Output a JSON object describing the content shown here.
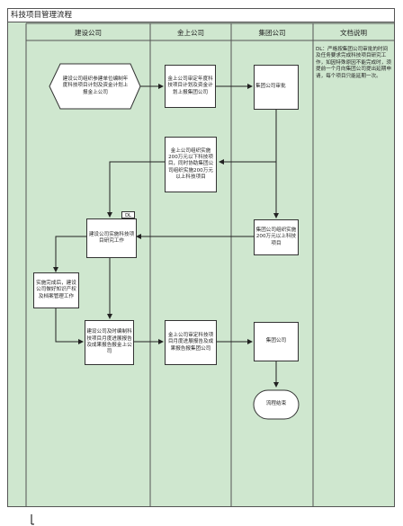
{
  "title": "科技项目管理流程",
  "lanes": [
    "建设公司",
    "金上公司",
    "集团公司",
    "文档说明"
  ],
  "nodes": {
    "start": "建设公司组织参建单位编制年度科技项目计划及资金计划上报金上公司",
    "jinshang_review": "金上公司审定年度科技项目计划及资金计划上报集团公司",
    "group_approve": "集团公司审批",
    "jinshang_organize": "金上公司组织实施200万元以下科技项目，同时协助集团公司组织实施200万元以上科技项目",
    "group_organize": "集团公司组织实施200万元以上科技项目",
    "construct_research": "建设公司实施科技项目研究工作",
    "after_implement": "实施完成后，建设公司做好知识产权及档案管理工作",
    "construct_report": "建设公司及时编制科技项目月度进展报告及成果报告报金上公司",
    "jinshang_report": "金上公司审定科技项目月度进展报告及成果报告报集团公司",
    "group_company": "集团公司",
    "end": "流程结束"
  },
  "tag": "DL",
  "note": "DL：严格按集团公司审批的时间及任务要求完成科技项目研究工作，如因特殊原因不能完成时，须提前一个月向集团公司提出延期申请，每个项目只能延期一次。"
}
